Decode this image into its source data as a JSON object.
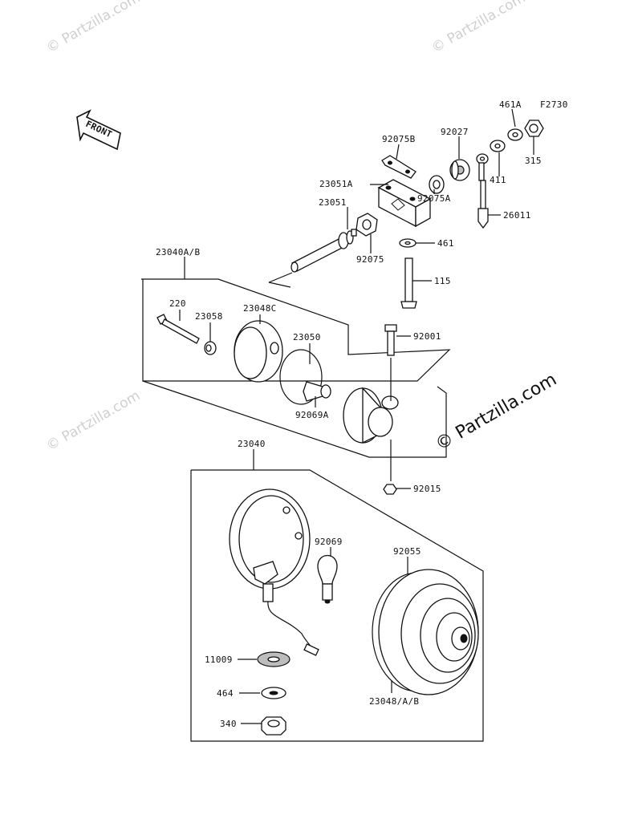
{
  "diagram": {
    "code": "F2730",
    "front_label": "FRONT",
    "labels": {
      "p461A": "461A",
      "p315": "315",
      "p92075B": "92075B",
      "p92027": "92027",
      "p411": "411",
      "p23051A": "23051A",
      "p92075A": "92075A",
      "p26011": "26011",
      "p23051": "23051",
      "p461": "461",
      "p92075": "92075",
      "p115": "115",
      "p23040AB": "23040A/B",
      "p220": "220",
      "p23058": "23058",
      "p23048C": "23048C",
      "p23050": "23050",
      "p92001": "92001",
      "p92069A": "92069A",
      "p92015": "92015",
      "p23040": "23040",
      "p92069": "92069",
      "p92055": "92055",
      "p11009": "11009",
      "p464": "464",
      "p340": "340",
      "p23048AB": "23048/A/B"
    }
  },
  "watermarks": {
    "small": "© Partzilla.com",
    "large": "© Partzilla.com"
  }
}
